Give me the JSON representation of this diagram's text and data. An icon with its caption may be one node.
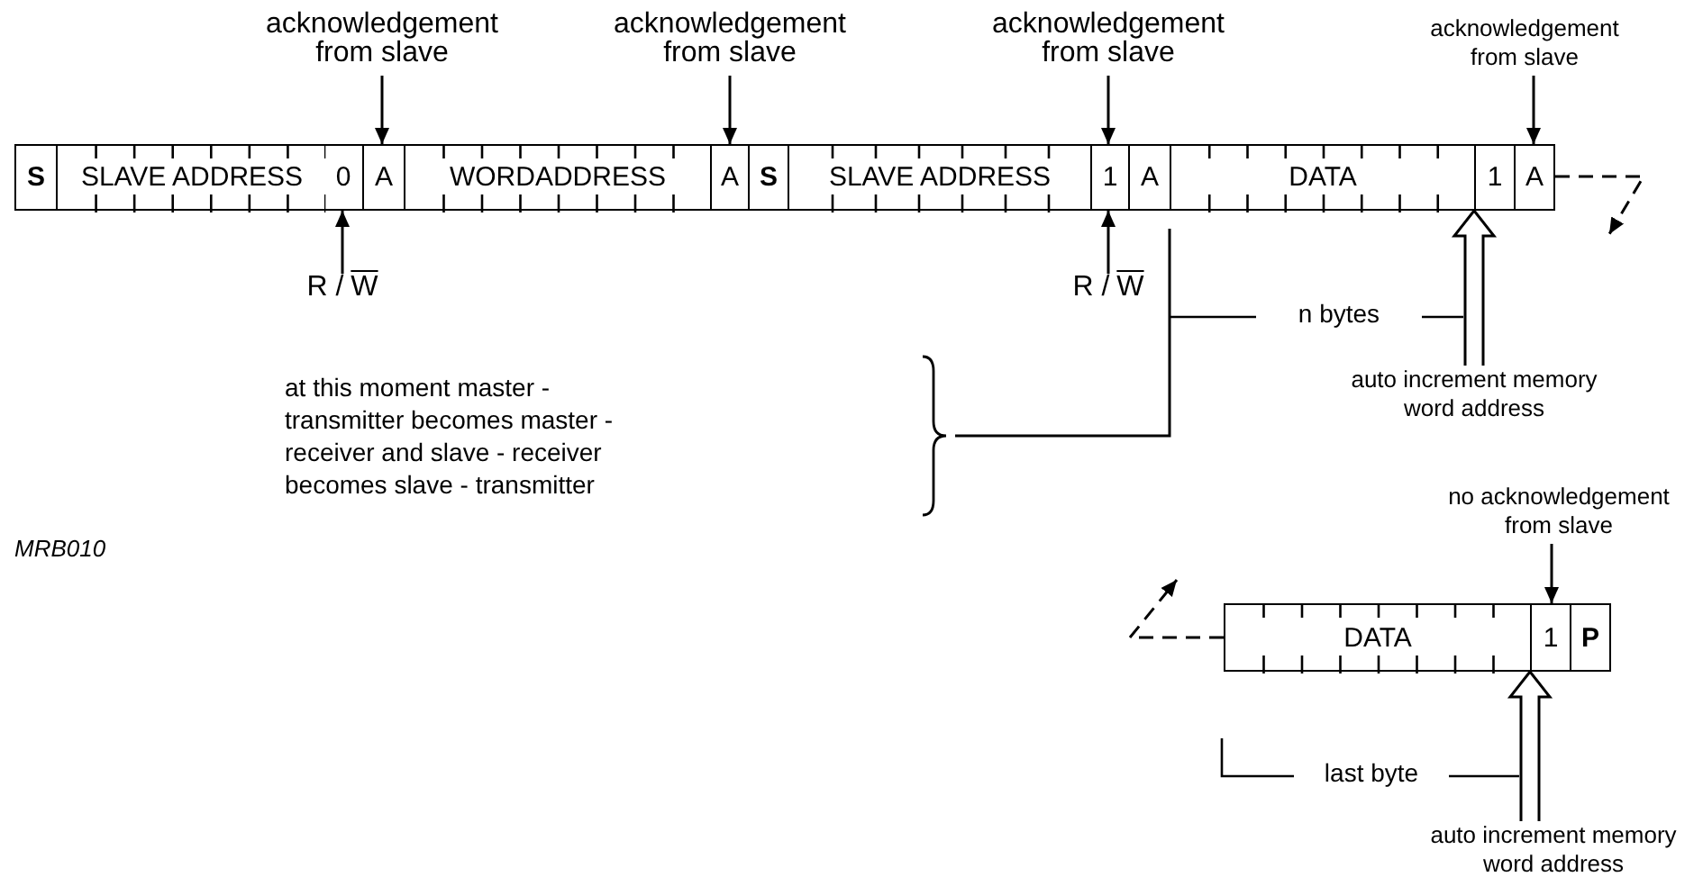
{
  "diagram": {
    "nodes": [
      {
        "text": [
          "S"
        ]
      },
      {
        "text": [
          "SLAVE ADDRESS"
        ]
      },
      {
        "text": [
          "0"
        ]
      },
      {
        "text": [
          "A"
        ]
      },
      {
        "text": [
          "WORDADDRESS"
        ]
      },
      {
        "text": [
          "A"
        ]
      },
      {
        "text": [
          "S"
        ]
      },
      {
        "text": [
          "SLAVE ADDRESS"
        ]
      },
      {
        "text": [
          "1"
        ]
      },
      {
        "text": [
          "A"
        ]
      },
      {
        "text": [
          "DATA"
        ]
      },
      {
        "text": [
          "1"
        ]
      },
      {
        "text": [
          "A"
        ]
      },
      {
        "text": [
          "acknowledgement from slave"
        ]
      },
      {
        "text": [
          "acknowledgement from slave"
        ]
      },
      {
        "text": [
          "acknowledgement from slave"
        ]
      },
      {
        "text": [
          "acknowledgement from slave"
        ]
      },
      {
        "text": [
          "R /",
          "W"
        ]
      },
      {
        "text": [
          "R /",
          "W"
        ]
      },
      {
        "text": [
          "auto increment memory word address"
        ]
      },
      {
        "text": [
          "at this moment master - transmitter becomes master - receiver and slave - receiver becomes slave - transmitter"
        ]
      },
      {
        "text": [
          "no acknowledgement from slave"
        ]
      },
      {
        "text": [
          "DATA"
        ]
      },
      {
        "text": [
          "1"
        ]
      },
      {
        "text": [
          "P"
        ]
      },
      {
        "text": [
          "auto increment memory word address"
        ]
      }
    ],
    "edges": [
      {
        "from": 13,
        "to": 3,
        "arrow": "to"
      },
      {
        "from": 14,
        "to": 5,
        "arrow": "to"
      },
      {
        "from": 15,
        "to": 8,
        "arrow": "to"
      },
      {
        "from": 16,
        "to": 12,
        "arrow": "to"
      },
      {
        "from": 17,
        "to": 2,
        "arrow": "to"
      },
      {
        "from": 18,
        "to": 8,
        "arrow": "to"
      },
      {
        "from": 19,
        "to": 10,
        "arrow": "to",
        "style": "thick"
      },
      {
        "from": 20,
        "to": 10,
        "arrow": "none"
      },
      {
        "from": 12,
        "to": null,
        "arrow": "to",
        "style": "dashed"
      },
      {
        "from": 21,
        "to": 23,
        "arrow": "to"
      },
      {
        "from": 22,
        "to": null,
        "arrow": "to",
        "style": "dashed"
      },
      {
        "from": 25,
        "to": 22,
        "arrow": "to",
        "style": "thick"
      }
    ],
    "labels": [
      "n bytes",
      "MRB010",
      "last byte"
    ]
  }
}
